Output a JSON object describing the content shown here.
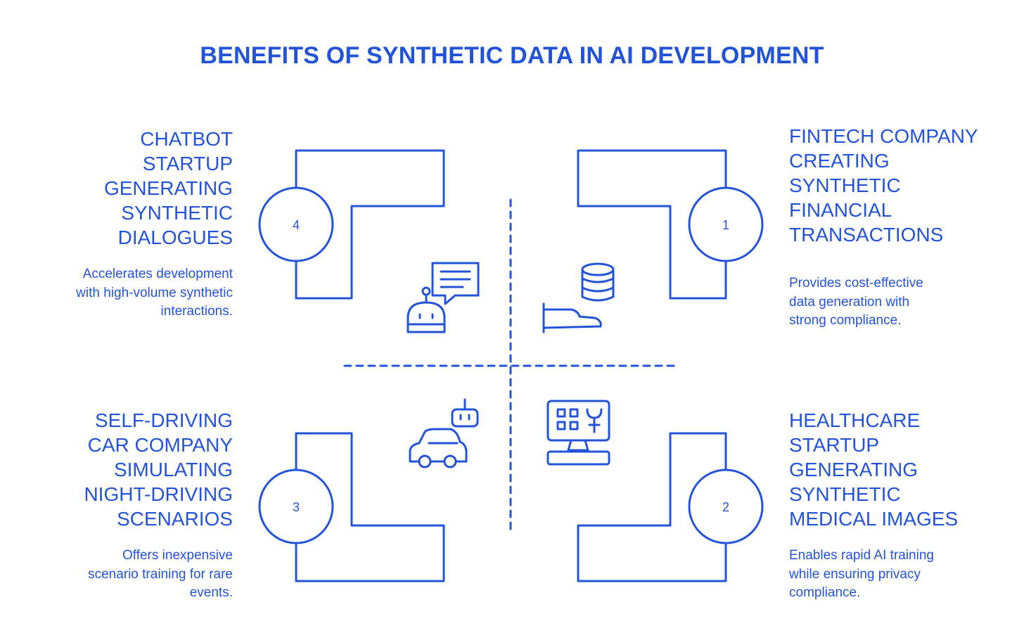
{
  "title": "BENEFITS OF SYNTHETIC DATA IN AI DEVELOPMENT",
  "colors": {
    "primary": "#2354d8",
    "background": "#ffffff"
  },
  "quadrants": [
    {
      "number": "1",
      "heading": "FINTECH COMPANY\nCREATING\nSYNTHETIC\nFINANCIAL\nTRANSACTIONS",
      "description": "Provides cost-effective\ndata generation with\nstrong compliance.",
      "icon": "database-hand-icon"
    },
    {
      "number": "2",
      "heading": "HEALTHCARE\nSTARTUP\nGENERATING\nSYNTHETIC\nMEDICAL IMAGES",
      "description": "Enables rapid AI training\nwhile ensuring privacy\ncompliance.",
      "icon": "medical-monitor-icon"
    },
    {
      "number": "3",
      "heading": "SELF-DRIVING\nCAR COMPANY\nSIMULATING\nNIGHT-DRIVING\nSCENARIOS",
      "description": "Offers inexpensive\nscenario training for rare\nevents.",
      "icon": "robot-car-icon"
    },
    {
      "number": "4",
      "heading": "CHATBOT\nSTARTUP\nGENERATING\nSYNTHETIC\nDIALOGUES",
      "description": "Accelerates development\nwith high-volume synthetic\ninteractions.",
      "icon": "robot-chat-icon"
    }
  ]
}
